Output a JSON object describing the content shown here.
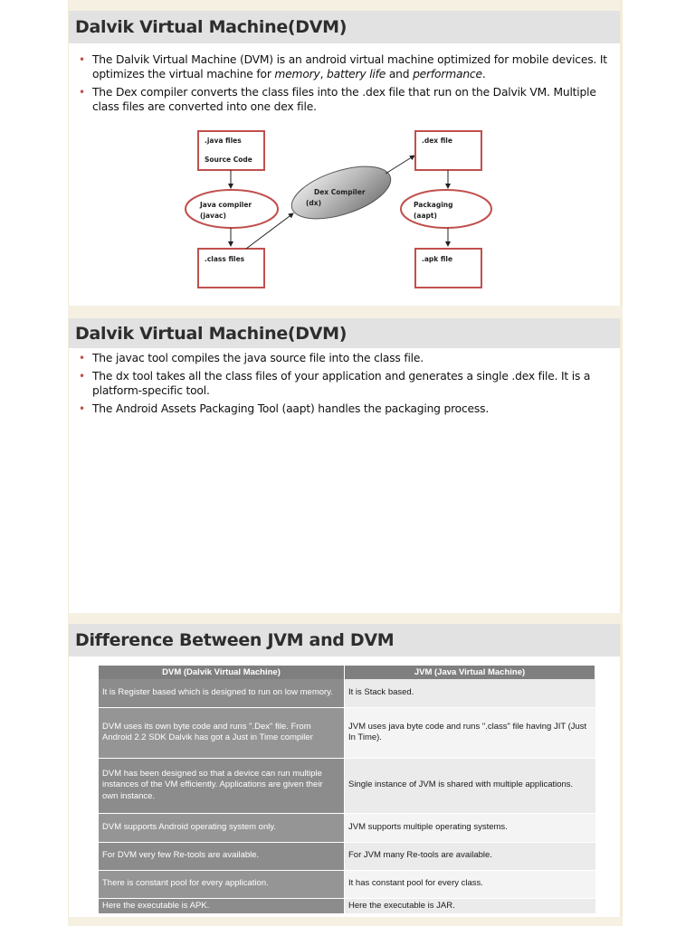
{
  "slide1": {
    "title": "Dalvik Virtual Machine(DVM)",
    "bullet1": {
      "before": "The Dalvik Virtual Machine (DVM) is an android virtual machine optimized for mobile devices. It optimizes the virtual machine for ",
      "em1": "memory",
      "sep1": ", ",
      "em2": "battery life",
      "sep2": " and ",
      "em3": "performance",
      "after": "."
    },
    "bullet2": "The Dex compiler converts the class files into the .dex file that run on the Dalvik VM. Multiple class files are converted into one dex file.",
    "diagram": {
      "java_files_line1": ".java files",
      "java_files_line2": "Source Code",
      "java_compiler_line1": "Java compiler",
      "java_compiler_line2": "(javac)",
      "class_files": ".class files",
      "dex_compiler_line1": "Dex Compiler",
      "dex_compiler_line2": "(dx)",
      "dex_file": ".dex file",
      "packaging_line1": "Packaging",
      "packaging_line2": "(aapt)",
      "apk_file": ".apk file"
    }
  },
  "slide2": {
    "title": "Dalvik Virtual Machine(DVM)",
    "bullets": [
      "The javac tool compiles the java source file into the class file.",
      "The dx tool takes all the class files of your application and generates a single .dex file. It is a platform-specific tool.",
      "The Android Assets Packaging Tool (aapt) handles the packaging process."
    ]
  },
  "slide3": {
    "title": "Difference Between JVM and DVM",
    "table": {
      "headers": [
        "DVM (Dalvik Virtual Machine)",
        "JVM (Java Virtual Machine)"
      ],
      "rows": [
        [
          "It is Register based which is designed to run on low memory.",
          "It is Stack based."
        ],
        [
          "DVM uses its own byte code and runs \".Dex\" file. From Android 2.2 SDK Dalvik has got a Just in Time compiler",
          "JVM uses java byte code and runs \".class\" file having JIT (Just In Time)."
        ],
        [
          "DVM has been designed so that a device can run multiple instances of the VM efficiently. Applications are given their own instance.",
          "Single instance of JVM is shared with multiple applications."
        ],
        [
          "DVM supports Android operating system only.",
          "JVM supports multiple operating systems."
        ],
        [
          "For DVM very few Re-tools are available.",
          "For JVM many Re-tools are available."
        ],
        [
          "There is constant pool for every application.",
          "It has constant pool for every class."
        ],
        [
          "Here the executable is APK.",
          "Here the executable is JAR."
        ]
      ]
    }
  },
  "colors": {
    "bullet": "#c0504d",
    "diagram_box": "#c0504d",
    "title_bar": "#e2e2e2",
    "table_header": "#7f7f7f",
    "slide_gap": "#f5f0e2"
  }
}
